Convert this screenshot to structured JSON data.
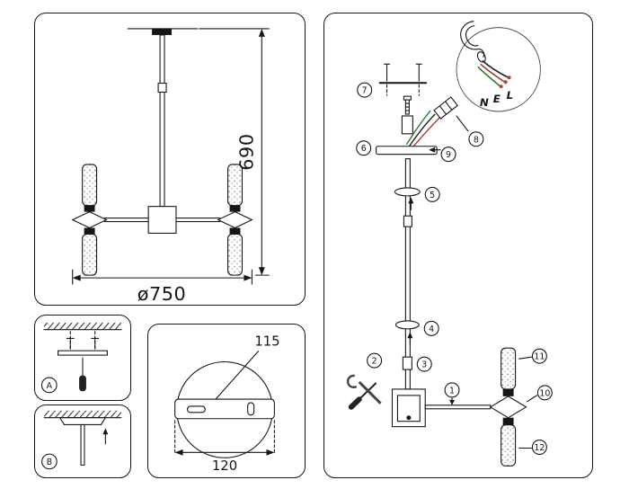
{
  "overview": {
    "height": "690",
    "diameter": "ø750"
  },
  "steps": {
    "a": "A",
    "b": "B"
  },
  "bracket": {
    "hole_spacing": "115",
    "plate_width": "120"
  },
  "assembly": {
    "callouts": [
      "1",
      "2",
      "3",
      "4",
      "5",
      "6",
      "7",
      "8",
      "9",
      "10",
      "11",
      "12"
    ],
    "wires": {
      "n": "N",
      "e": "E",
      "l": "L"
    }
  },
  "colors": {
    "line": "#161616",
    "wire_red": "#b03a2e",
    "wire_green": "#2e7d32",
    "wire_black": "#222222"
  }
}
